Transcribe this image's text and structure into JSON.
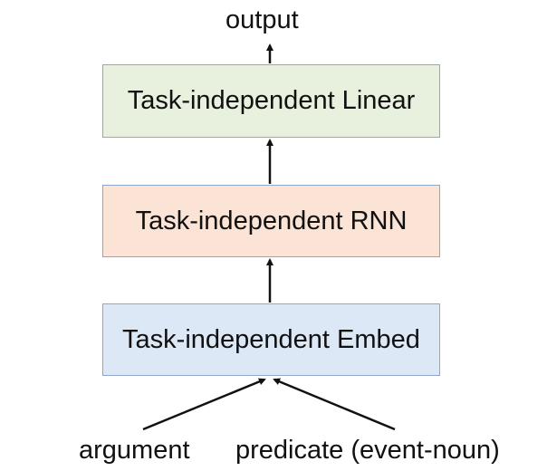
{
  "diagram": {
    "output_label": "output",
    "layers": {
      "linear": "Task-independent Linear",
      "rnn": "Task-independent RNN",
      "embed": "Task-independent Embed"
    },
    "inputs": {
      "argument": "argument",
      "predicate": "predicate (event-noun)"
    },
    "colors": {
      "linear_fill": "#e7f1dd",
      "rnn_fill": "#fbe3d6",
      "embed_fill": "#dde8f6",
      "box_border": "#8fa7c8",
      "arrow": "#111111"
    }
  }
}
